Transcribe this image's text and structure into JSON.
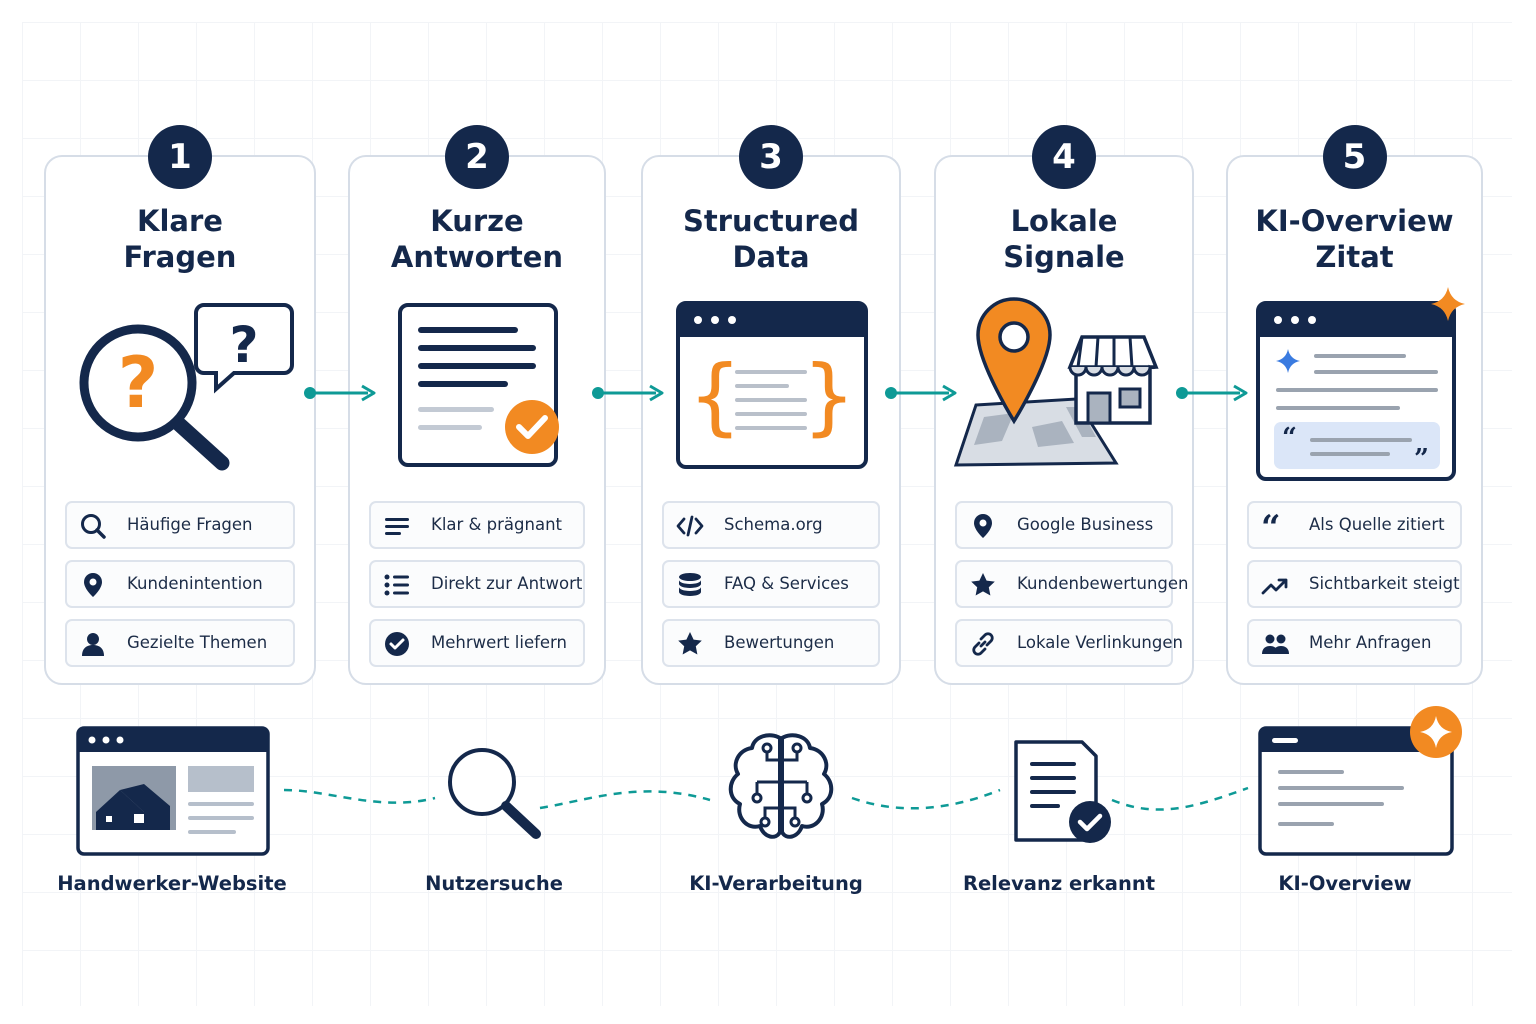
{
  "steps": [
    {
      "number": "1",
      "title_line1": "Klare",
      "title_line2": "Fragen",
      "items": [
        {
          "icon": "search-icon",
          "label": "Häufige Fragen"
        },
        {
          "icon": "location-pin-icon",
          "label": "Kundenintention"
        },
        {
          "icon": "user-icon",
          "label": "Gezielte Themen"
        }
      ]
    },
    {
      "number": "2",
      "title_line1": "Kurze",
      "title_line2": "Antworten",
      "items": [
        {
          "icon": "lines-icon",
          "label": "Klar & prägnant"
        },
        {
          "icon": "list-icon",
          "label": "Direkt zur Antwort"
        },
        {
          "icon": "check-circle-icon",
          "label": "Mehrwert liefern"
        }
      ]
    },
    {
      "number": "3",
      "title_line1": "Structured",
      "title_line2": "Data",
      "items": [
        {
          "icon": "code-icon",
          "label": "Schema.org"
        },
        {
          "icon": "database-icon",
          "label": "FAQ & Services"
        },
        {
          "icon": "star-icon",
          "label": "Bewertungen"
        }
      ]
    },
    {
      "number": "4",
      "title_line1": "Lokale",
      "title_line2": "Signale",
      "items": [
        {
          "icon": "location-pin-icon",
          "label": "Google Business"
        },
        {
          "icon": "star-icon",
          "label": "Kundenbewertungen"
        },
        {
          "icon": "link-icon",
          "label": "Lokale Verlinkungen"
        }
      ]
    },
    {
      "number": "5",
      "title_line1": "KI-Overview",
      "title_line2": "Zitat",
      "items": [
        {
          "icon": "quote-icon",
          "label": "Als Quelle zitiert"
        },
        {
          "icon": "trend-up-icon",
          "label": "Sichtbarkeit steigt"
        },
        {
          "icon": "users-icon",
          "label": "Mehr Anfragen"
        }
      ]
    }
  ],
  "flow": [
    {
      "icon": "website-icon",
      "label": "Handwerker-Website"
    },
    {
      "icon": "magnifier-icon",
      "label": "Nutzersuche"
    },
    {
      "icon": "brain-icon",
      "label": "KI-Verarbeitung"
    },
    {
      "icon": "document-check-icon",
      "label": "Relevanz erkannt"
    },
    {
      "icon": "ki-overview-icon",
      "label": "KI-Overview"
    }
  ],
  "colors": {
    "navy": "#14284b",
    "orange": "#f28a22",
    "teal": "#0e9a96",
    "border": "#d6dde7",
    "light_blue": "#dbe6f8"
  }
}
